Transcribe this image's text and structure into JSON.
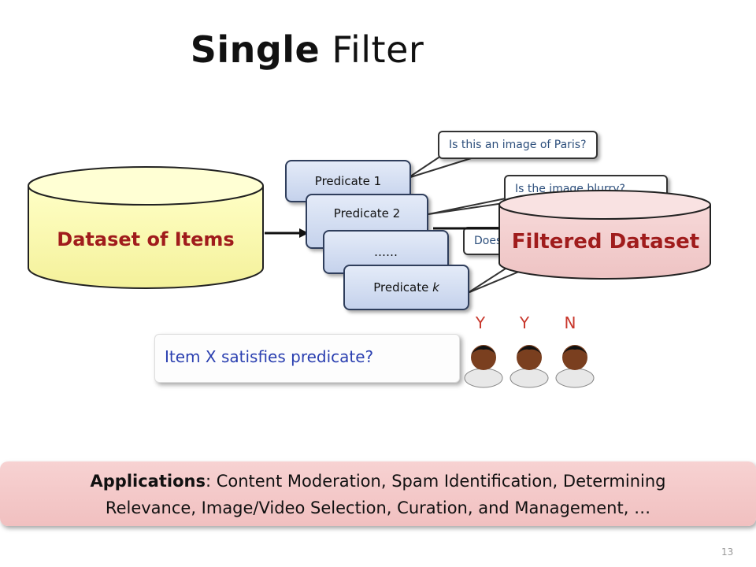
{
  "title": {
    "bold": "Single",
    "rest": "Filter"
  },
  "dataset_label": "Dataset of Items",
  "filtered_label": "Filtered Dataset",
  "predicates": [
    "Predicate 1",
    "Predicate 2",
    "……",
    "Predicate k"
  ],
  "bubbles": [
    "Is this an image of Paris?",
    "Is the image blurry?",
    "Does"
  ],
  "question": "Item X satisfies predicate?",
  "votes": [
    "Y",
    "Y",
    "N"
  ],
  "applications": {
    "label": "Applications",
    "text_line1": ": Content Moderation, Spam Identification, Determining",
    "text_line2": "Relevance, Image/Video Selection, Curation, and Management, …"
  },
  "page_number": "13",
  "colors": {
    "title": "#111111",
    "label_red": "#a01c1c",
    "question_blue": "#2a3fb0",
    "vote_red": "#c8372c"
  }
}
